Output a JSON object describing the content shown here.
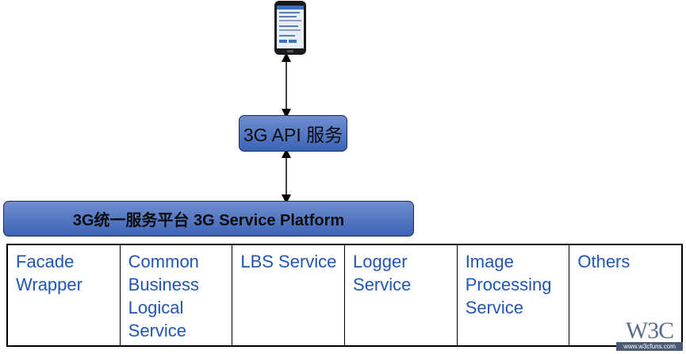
{
  "api_box": {
    "label": "3G API 服务"
  },
  "platform_box": {
    "label": "3G统一服务平台 3G Service Platform"
  },
  "services": [
    {
      "label": "Facade Wrapper"
    },
    {
      "label": "Common Business Logical Service"
    },
    {
      "label": "LBS Service"
    },
    {
      "label": "Logger Service"
    },
    {
      "label": "Image Processing Service"
    },
    {
      "label": "Others"
    }
  ],
  "watermark": {
    "logo": "W3C",
    "url": "www.w3cfuns.com"
  },
  "colors": {
    "box_fill": "#4a6fbf",
    "service_text": "#1f56b5"
  }
}
